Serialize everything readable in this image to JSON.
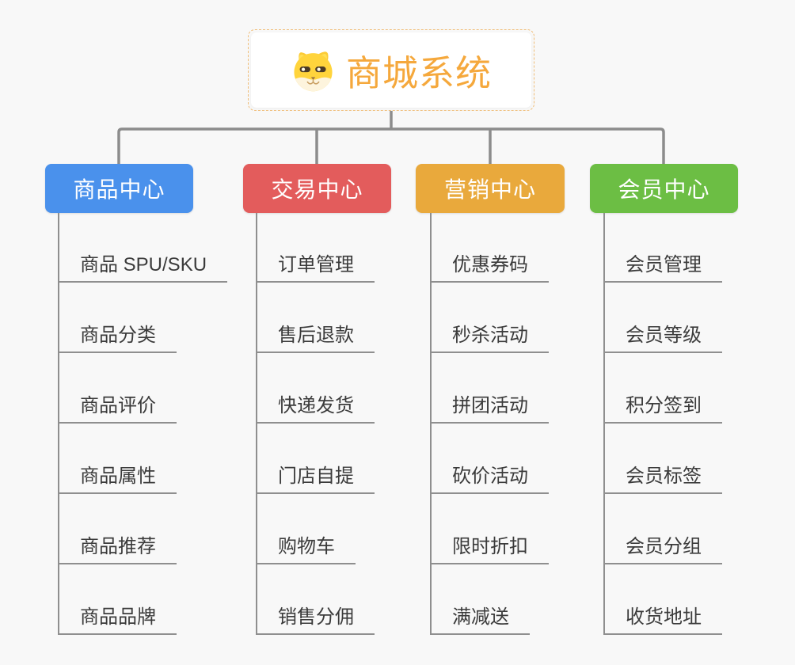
{
  "root": {
    "title": "商城系统",
    "icon": "shiba-dog-icon",
    "accent_color": "#F5A83C",
    "border_color": "#F0BE7A"
  },
  "style": {
    "background_color": "#F8F8F8",
    "connector_color": "#8C8C8C",
    "leaf_text_color": "#3B3B3B"
  },
  "branches": [
    {
      "label": "商品中心",
      "color": "#4A91EC",
      "items": [
        "商品 SPU/SKU",
        "商品分类",
        "商品评价",
        "商品属性",
        "商品推荐",
        "商品品牌"
      ]
    },
    {
      "label": "交易中心",
      "color": "#E35C5C",
      "items": [
        "订单管理",
        "售后退款",
        "快递发货",
        "门店自提",
        "购物车",
        "销售分佣"
      ]
    },
    {
      "label": "营销中心",
      "color": "#E9A93C",
      "items": [
        "优惠券码",
        "秒杀活动",
        "拼团活动",
        "砍价活动",
        "限时折扣",
        "满减送"
      ]
    },
    {
      "label": "会员中心",
      "color": "#6CBE44",
      "items": [
        "会员管理",
        "会员等级",
        "积分签到",
        "会员标签",
        "会员分组",
        "收货地址"
      ]
    }
  ]
}
